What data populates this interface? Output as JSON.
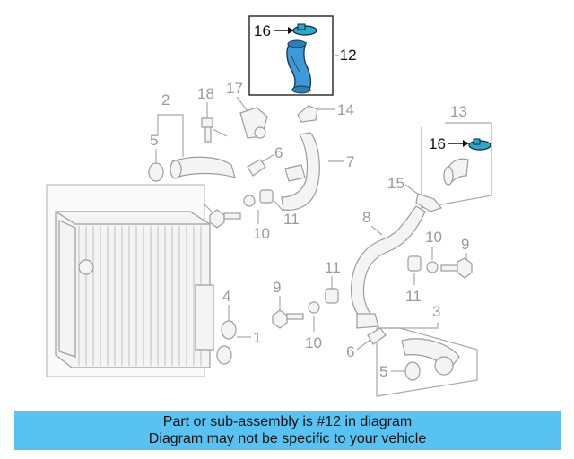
{
  "callouts": {
    "n16a": "16",
    "n12": "-12",
    "n18": "18",
    "n17": "17",
    "n14": "14",
    "n2": "2",
    "n5a": "5",
    "n6a": "6",
    "n7": "7",
    "n9a": "9",
    "n10a": "10",
    "n11a": "11",
    "n13": "13",
    "n16b": "16",
    "n15": "15",
    "n8": "8",
    "n10b": "10",
    "n9b": "9",
    "n11b": "11",
    "n9c": "9",
    "n4": "4",
    "n1": "1",
    "n10c": "10",
    "n11c": "11",
    "n3": "3",
    "n6b": "6",
    "n5b": "5"
  },
  "banner": {
    "line1": "Part or sub-assembly is #12 in diagram",
    "line2": "Diagram may not be specific to your vehicle"
  },
  "colors": {
    "highlight": "#3d9ad6",
    "banner": "#58c3f2"
  }
}
